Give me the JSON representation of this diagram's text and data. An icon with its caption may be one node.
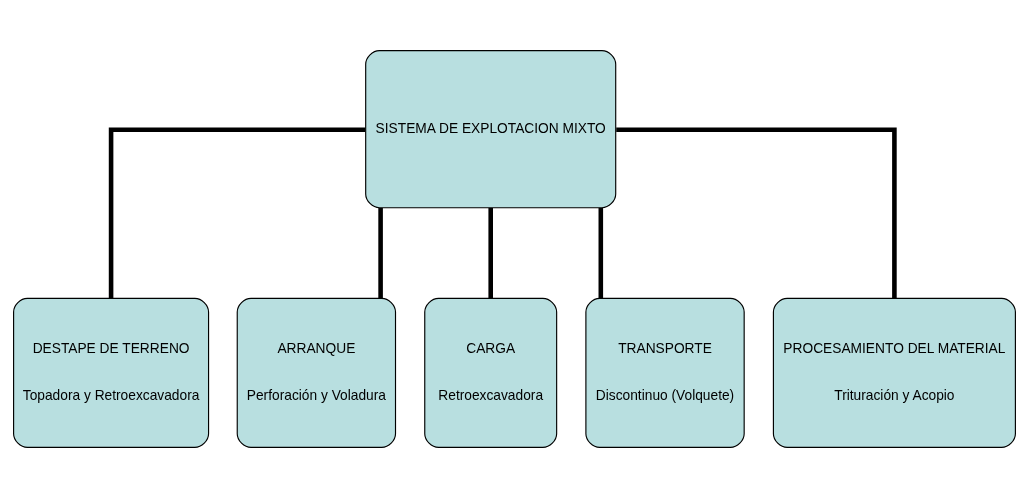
{
  "diagram": {
    "nodes": [
      {
        "text": [
          "SISTEMA DE EXPLOTACION MIXTO"
        ]
      },
      {
        "text": [
          "DESTAPE DE TERRENO",
          "Topadora y Retroexcavadora"
        ]
      },
      {
        "text": [
          "ARRANQUE",
          "Perforación y Voladura"
        ]
      },
      {
        "text": [
          "CARGA",
          "Retroexcavadora"
        ]
      },
      {
        "text": [
          "TRANSPORTE",
          "Discontinuo (Volquete)"
        ]
      },
      {
        "text": [
          "PROCESAMIENTO DEL MATERIAL",
          "Trituración y Acopio"
        ]
      }
    ],
    "edges": [
      {
        "from": 0,
        "to": 1,
        "arrow": "none"
      },
      {
        "from": 0,
        "to": 2,
        "arrow": "none"
      },
      {
        "from": 0,
        "to": 3,
        "arrow": "none"
      },
      {
        "from": 0,
        "to": 4,
        "arrow": "none"
      },
      {
        "from": 0,
        "to": 5,
        "arrow": "none"
      }
    ]
  }
}
